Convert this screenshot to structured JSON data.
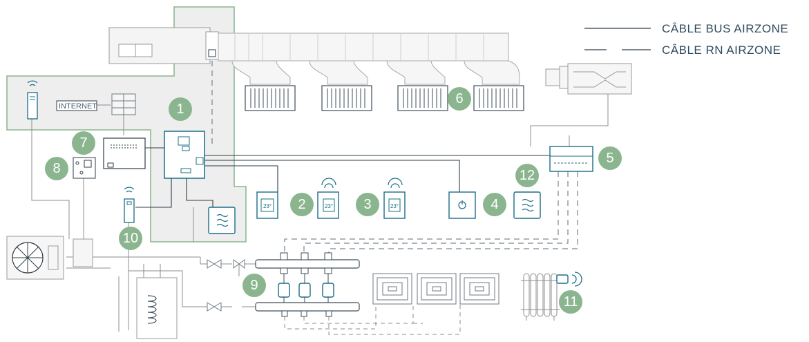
{
  "legend": {
    "bus_label": "CÂBLE BUS AIRZONE",
    "rn_label": "CÂBLE RN AIRZONE"
  },
  "internet_label": "INTERNET",
  "thermostat_temp": "23°",
  "badges": [
    "1",
    "2",
    "3",
    "4",
    "5",
    "6",
    "7",
    "8",
    "9",
    "10",
    "11",
    "12"
  ],
  "colors": {
    "badge": "#8bb58f",
    "line": "#8c8c8c",
    "bus_line": "#2e3d47",
    "teal": "#1a6d86",
    "zone_bg": "#eeeeee",
    "zone_border": "#77a97b"
  }
}
